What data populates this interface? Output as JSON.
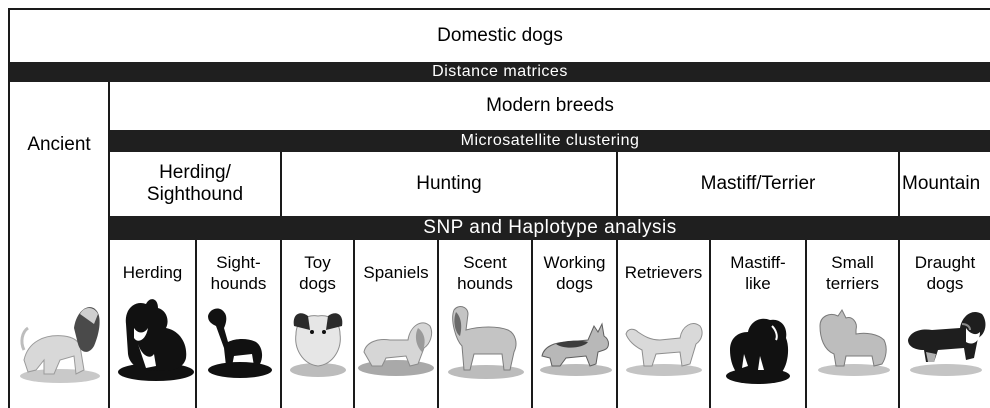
{
  "header": {
    "title": "Domestic dogs"
  },
  "bands": {
    "distance": "Distance matrices",
    "microsatellite": "Microsatellite clustering",
    "snp": "SNP and Haplotype analysis"
  },
  "ancient": {
    "label": "Ancient"
  },
  "modern": {
    "label": "Modern breeds"
  },
  "clusters": [
    {
      "label": "Herding/\nSighthound"
    },
    {
      "label": "Hunting"
    },
    {
      "label": "Mastiff/Terrier"
    },
    {
      "label": "Mountain"
    }
  ],
  "breeds": [
    {
      "label": "Herding"
    },
    {
      "label": "Sight-\nhounds"
    },
    {
      "label": "Toy\ndogs"
    },
    {
      "label": "Spaniels"
    },
    {
      "label": "Scent\nhounds"
    },
    {
      "label": "Working\ndogs"
    },
    {
      "label": "Retrievers"
    },
    {
      "label": "Mastiff-\nlike"
    },
    {
      "label": "Small\nterriers"
    },
    {
      "label": "Draught\ndogs"
    }
  ],
  "icons": {
    "ancient": "afghan-hound-photo",
    "breeds": [
      "collie-silhouette",
      "dachshund-silhouette",
      "papillon-photo",
      "cocker-spaniel-photo",
      "bloodhound-photo",
      "german-shepherd-photo",
      "golden-retriever-photo",
      "newfoundland-silhouette",
      "cairn-terrier-photo",
      "bernese-mountain-dog-photo"
    ]
  }
}
